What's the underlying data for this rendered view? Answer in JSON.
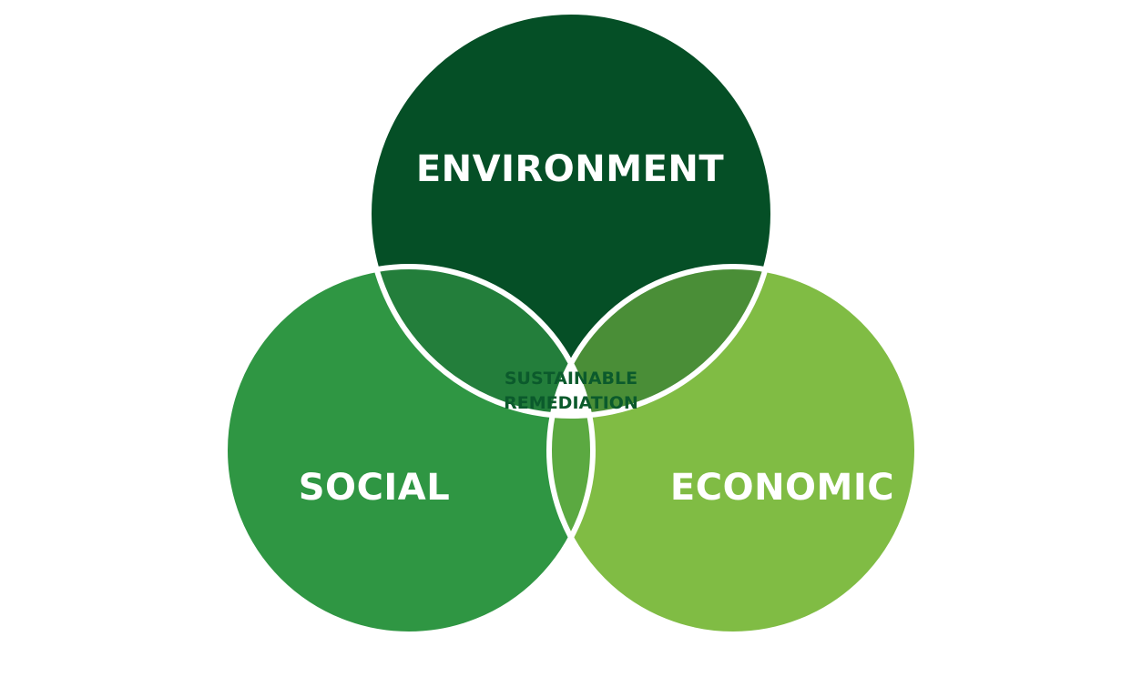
{
  "diagram": {
    "type": "venn",
    "sets": [
      {
        "id": "environment",
        "label": "ENVIRONMENT",
        "color": "#054F26"
      },
      {
        "id": "social",
        "label": "SOCIAL",
        "color": "#2F9643"
      },
      {
        "id": "economic",
        "label": "ECONOMIC",
        "color": "#80BC44"
      }
    ],
    "overlaps": {
      "environment_social": "#237E3B",
      "environment_economic": "#4A8E37",
      "social_economic": "#5BA941"
    },
    "center": {
      "label_line1": "SUSTAINABLE",
      "label_line2": "REMEDIATION",
      "text_color": "#0B5A2C",
      "fill": "#FFFFFF"
    },
    "outline_color": "#FFFFFF",
    "label_text_color": "#FFFFFF"
  }
}
